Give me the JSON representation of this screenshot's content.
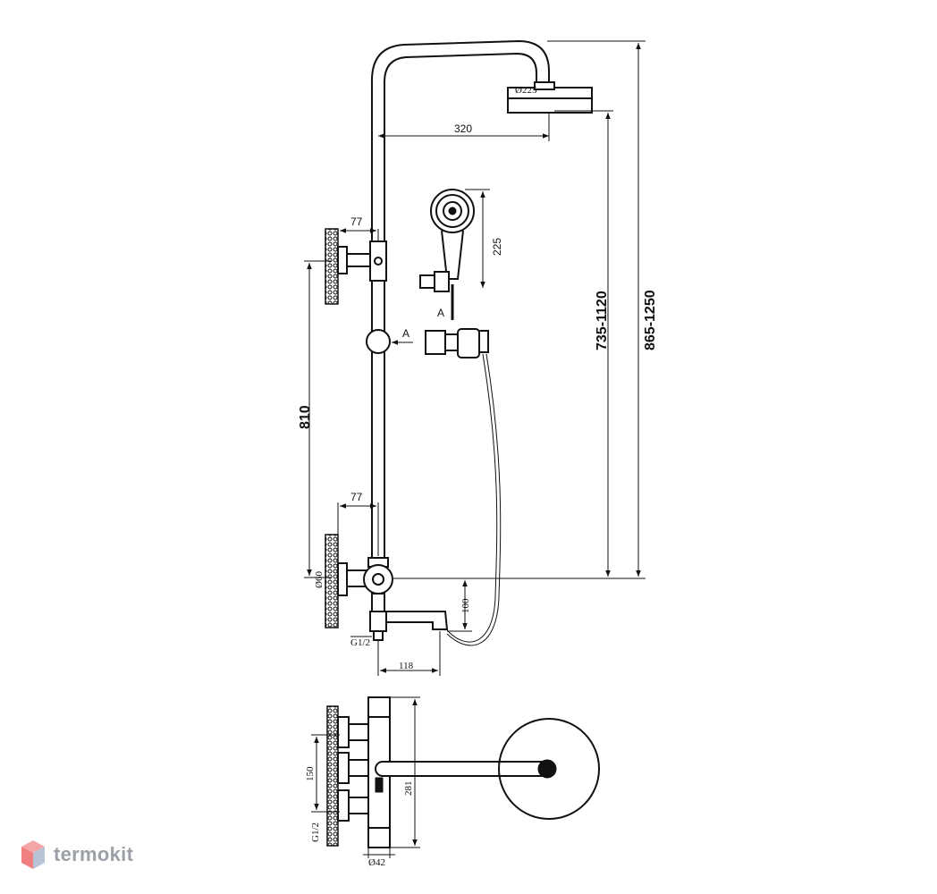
{
  "dimensions": {
    "head_diameter": "Ø225",
    "arm_length": "320",
    "hand_shower_length": "225",
    "holder_view_a": "A",
    "arrow_a": "A",
    "adjust_height": "735-1120",
    "total_height": "865-1250",
    "bar_height": "810",
    "top_bracket_offset": "77",
    "bottom_bracket_offset": "77",
    "mixer_diameter": "Ø60",
    "spout_height": "100",
    "inlet_thread": "G1/2",
    "spout_length": "118",
    "plan_inlet_spacing": "150",
    "plan_body_length": "281",
    "plan_thread": "G1/2",
    "plan_body_diameter": "Ø42"
  },
  "brand": {
    "name": "termokit",
    "logo_icon": "hexagon-cube-icon",
    "colors": {
      "text": "#9aa0a6",
      "icon_top": "#f4a6a6",
      "icon_left": "#f08080",
      "icon_right": "#b9c3d6"
    }
  }
}
